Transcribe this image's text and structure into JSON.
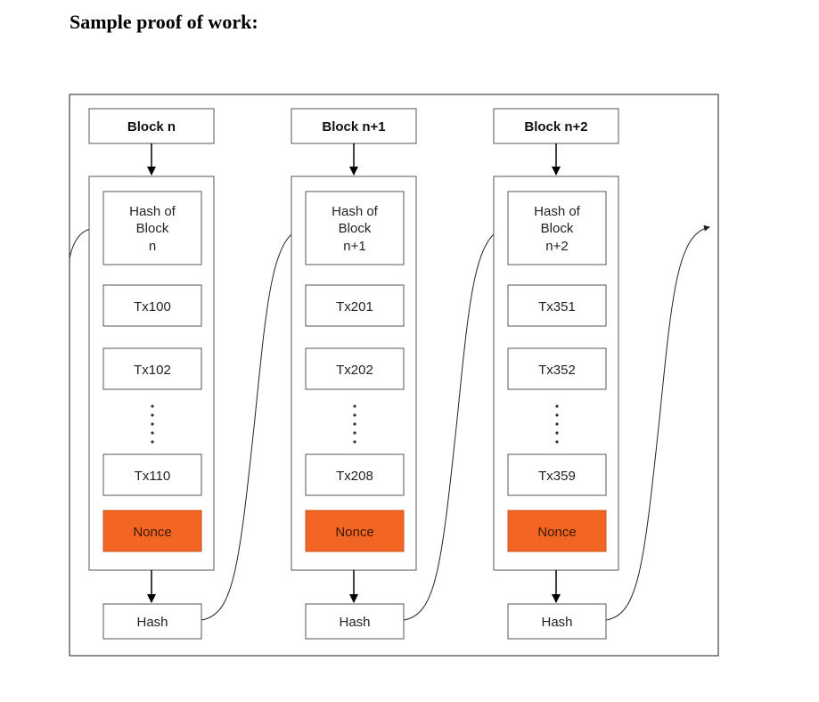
{
  "heading": "Sample proof of work:",
  "colors": {
    "nonce_fill": "#f26522",
    "nonce_stroke": "#c8541c",
    "box_stroke": "#555555"
  },
  "blocks": [
    {
      "title": "Block n",
      "hash_of": [
        "Hash of",
        "Block",
        "n"
      ],
      "txs": [
        "Tx100",
        "Tx102",
        "Tx110"
      ],
      "nonce": "Nonce",
      "hash": "Hash"
    },
    {
      "title": "Block n+1",
      "hash_of": [
        "Hash of",
        "Block",
        "n+1"
      ],
      "txs": [
        "Tx201",
        "Tx202",
        "Tx208"
      ],
      "nonce": "Nonce",
      "hash": "Hash"
    },
    {
      "title": "Block n+2",
      "hash_of": [
        "Hash of",
        "Block",
        "n+2"
      ],
      "txs": [
        "Tx351",
        "Tx352",
        "Tx359"
      ],
      "nonce": "Nonce",
      "hash": "Hash"
    }
  ]
}
